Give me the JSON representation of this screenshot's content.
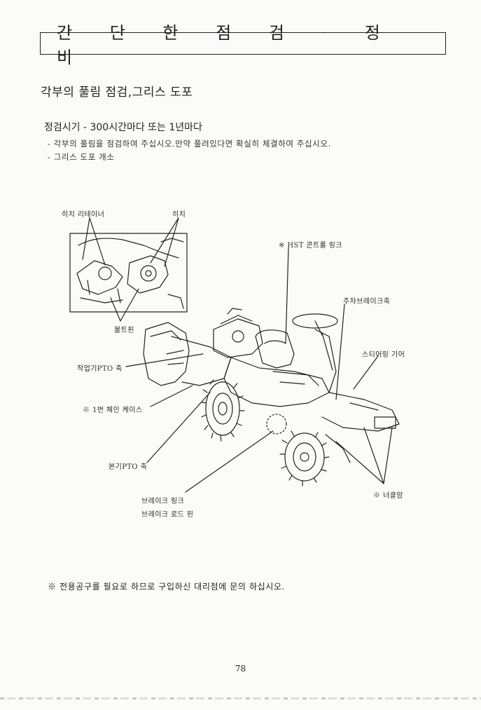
{
  "header": {
    "title": "간 단 한 점 검 · 정 비"
  },
  "section": {
    "title": "각부의 풀림 점검,그리스 도포"
  },
  "inspection": {
    "subtitle": "정검시기 - 300시간마다  또는 1년마다",
    "bullets": [
      "- 각부의 풀림을 점검하여 주십시오.만약 풀려있다면 확실히 체결하여 주십시오.",
      "- 그리스 도포 개소"
    ]
  },
  "diagram": {
    "labels": {
      "hitch_retainer": "히치 리테이너",
      "hitch": "히치",
      "bolt_pin": "볼트핀",
      "hst_control_link": "※ HST 콘트롤 링크",
      "parking_brake_shaft": "주차브레이크축",
      "steering_gear": "스티어링 기어",
      "work_pto_shaft": "작업기PTO 축",
      "chain_case": "※ 1번 체인 케이스",
      "main_pto_shaft": "본기PTO 축",
      "brake_link": "브레이크 링크",
      "brake_rod_pin": "브레이크 로드 핀",
      "knuckle_arm": "※ 너클암"
    }
  },
  "note": "※ 전용공구를 필요로 하므로 구입하신 대리점에 문의 하십시오.",
  "page_number": "78"
}
